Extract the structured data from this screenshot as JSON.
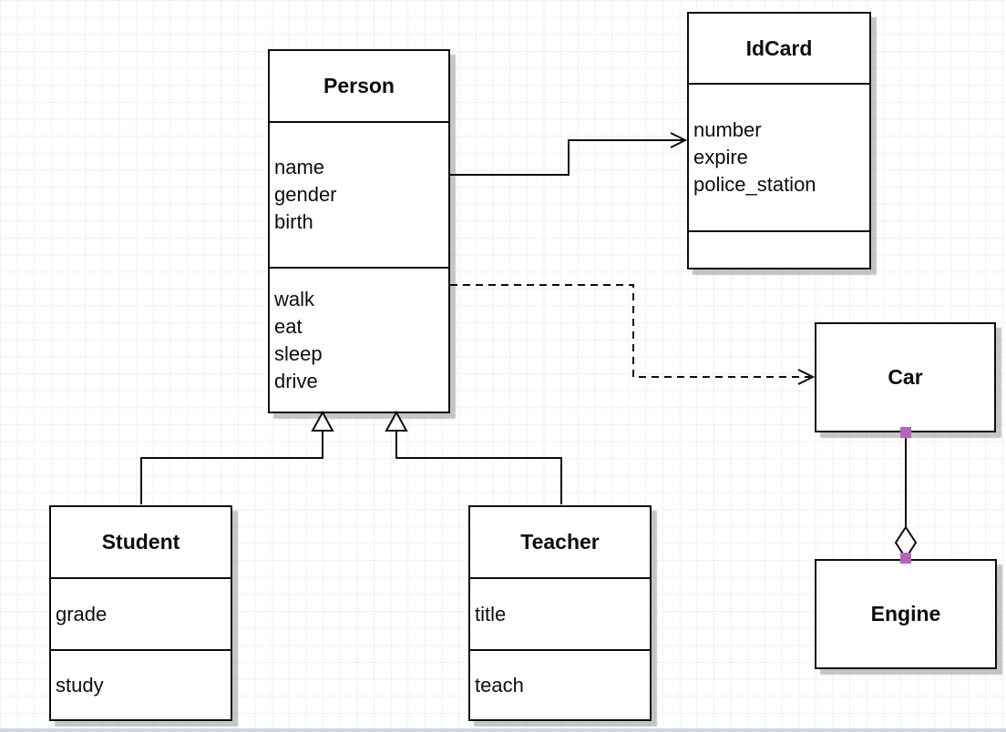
{
  "diagram": {
    "classes": {
      "person": {
        "title": "Person",
        "attributes": [
          "name",
          "gender",
          "birth"
        ],
        "methods": [
          "walk",
          "eat",
          "sleep",
          "drive"
        ]
      },
      "idcard": {
        "title": "IdCard",
        "attributes": [
          "number",
          "expire",
          "police_station"
        ],
        "methods": []
      },
      "car": {
        "title": "Car",
        "attributes": [],
        "methods": []
      },
      "engine": {
        "title": "Engine",
        "attributes": [],
        "methods": []
      },
      "student": {
        "title": "Student",
        "attributes": [
          "grade"
        ],
        "methods": [
          "study"
        ]
      },
      "teacher": {
        "title": "Teacher",
        "attributes": [
          "title"
        ],
        "methods": [
          "teach"
        ]
      }
    },
    "relationships": [
      {
        "from": "Person",
        "to": "IdCard",
        "type": "association",
        "line": "solid",
        "arrowhead": "open-arrow"
      },
      {
        "from": "Person",
        "to": "Car",
        "type": "dependency",
        "line": "dashed",
        "arrowhead": "open-arrow"
      },
      {
        "from": "Student",
        "to": "Person",
        "type": "generalization",
        "line": "solid",
        "arrowhead": "hollow-triangle"
      },
      {
        "from": "Teacher",
        "to": "Person",
        "type": "generalization",
        "line": "solid",
        "arrowhead": "hollow-triangle"
      },
      {
        "from": "Car",
        "to": "Engine",
        "type": "aggregation",
        "line": "solid",
        "arrowhead": "hollow-diamond",
        "handles": "selected"
      }
    ],
    "colors": {
      "line": "#0d0d0d",
      "box_fill": "#ffffff",
      "shadow": "#bdbdbd",
      "grid_line": "#f1f1f4",
      "connection_handle": "#b564bd",
      "bottom_edge": "#d2d8df"
    }
  }
}
